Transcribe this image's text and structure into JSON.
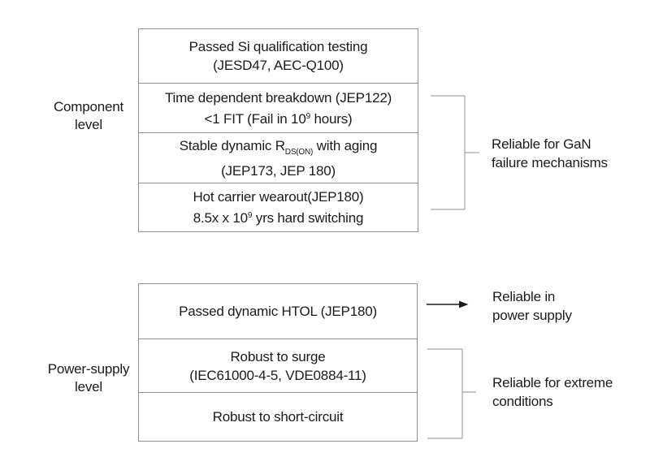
{
  "diagram_type": "reliability-block-diagram",
  "colors": {
    "background": "#ffffff",
    "box_border": "#8f8f8f",
    "bracket_line": "#8f8f8f",
    "arrow": "#1a1a1a",
    "text": "#1b1b1b"
  },
  "component_section": {
    "side_label": "Component\nlevel",
    "boxes": [
      {
        "text": "Passed Si qualification testing\n(JESD47, AEC-Q100)"
      },
      {
        "line1": "Time dependent breakdown (JEP122)",
        "line2_pre": "<1 FIT (Fail in 10",
        "line2_sup": "9",
        "line2_post": " hours)"
      },
      {
        "line1_pre": "Stable dynamic R",
        "line1_sub": "DS(ON)",
        "line1_post": " with aging",
        "line2": "(JEP173, JEP 180)"
      },
      {
        "line1": "Hot carrier wearout(JEP180)",
        "line2_pre": "8.5x x 10",
        "line2_sup": "9",
        "line2_post": " yrs hard switching"
      }
    ],
    "bracket_label": "Reliable for GaN\nfailure mechanisms"
  },
  "power_section": {
    "side_label": "Power-supply\nlevel",
    "boxes": [
      {
        "text": "Passed dynamic HTOL (JEP180)"
      },
      {
        "text": "Robust to surge\n(IEC61000-4-5, VDE0884-11)"
      },
      {
        "text": "Robust to short-circuit"
      }
    ],
    "arrow_label": "Reliable in\npower supply",
    "bracket_label": "Reliable for extreme\nconditions"
  }
}
